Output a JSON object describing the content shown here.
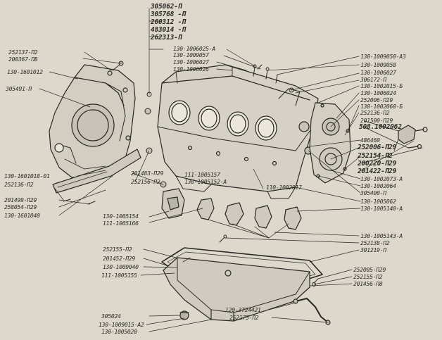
{
  "diagram": {
    "colors": {
      "paper": "#ddd8cc",
      "ink": "#2a2724",
      "shade": "#9a958c"
    },
    "labels": {
      "top_1": "305062-П",
      "top_2": "305768 -П",
      "top_3": "260312 -П",
      "top_4": "483014 -П",
      "top_5": "262313-П",
      "head_1": "130-1006025-А",
      "head_2": "130-1009057",
      "head_3": "130-1006027",
      "head_4": "130-1006026",
      "left_1": "252137-П2",
      "left_2": "200367-П8",
      "left_3": "130-1601012",
      "left_4": "305491-П",
      "lower_left_1": "130-1601018-01",
      "lower_left_2": "252136-П2",
      "lower_left_3": "201499-П29",
      "lower_left_4": "258054-П29",
      "lower_left_5": "130-1601040",
      "mid_1": "201483-П29",
      "mid_2": "252156-П2",
      "mid_3": "111-1005157",
      "mid_4": "130-1005152-А",
      "block": "110-1002017",
      "bearing_1": "130-1005154",
      "bearing_2": "111-1005166",
      "right_1": "130-1009050-А3",
      "right_2": "130-1009058",
      "right_3": "130-1006027",
      "right_4": "306172-П",
      "right_5": "130-1002015-Б",
      "right_6": "130-1006024",
      "right_7": "252006-П29",
      "right_8": "130-1002060-Б",
      "right_9": "252136-П2",
      "right_10": "201500-П29",
      "right_11": "508.1002062",
      "right_12": "486460",
      "right_13": "252006-П29",
      "right_14": "252154-П2",
      "right_15": "200220-П29",
      "right_16": "201422-П29",
      "right_17": "130-1002073-А",
      "right_18": "130-1002064",
      "right_19": "305400-П",
      "right_20": "130-1005062",
      "right_21": "130-1005140-А",
      "pan_r_1": "130-1005143-А",
      "pan_r_2": "252138-П2",
      "pan_r_3": "301219-П",
      "pan_l_1": "252155-П2",
      "pan_l_2": "201452-П29",
      "pan_l_3": "130-1009040",
      "pan_l_4": "111-1005155",
      "pan_br_1": "252005-П29",
      "pan_br_2": "252155-П2",
      "pan_br_3": "201456-П8",
      "bottom_1": "305024",
      "bottom_2": "130-1009015-А2",
      "bottom_3": "130-1005020",
      "bottom_4": "120-3724421",
      "bottom_5": "252175-П2"
    }
  }
}
